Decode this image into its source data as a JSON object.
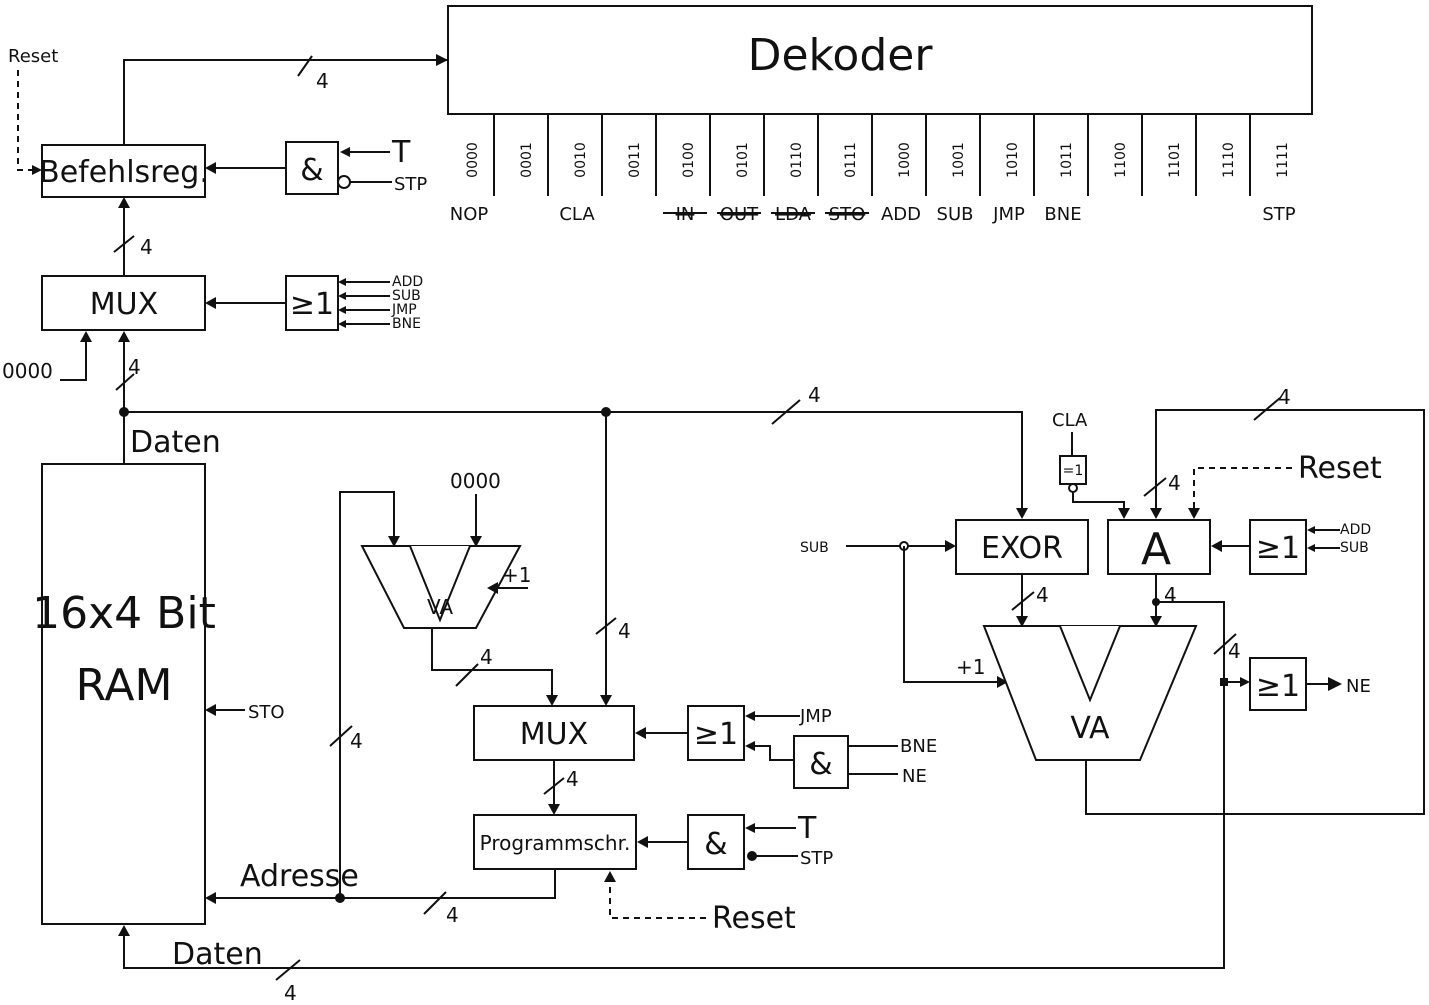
{
  "blocks": {
    "decoder": "Dekoder",
    "instr_reg": "Befehlsreg.",
    "and_top": "&",
    "or_top": "≥1",
    "mux_top": "MUX",
    "ram_line1": "16x4 Bit",
    "ram_line2": "RAM",
    "adder_pc": "VA",
    "mux_pc": "MUX",
    "or_pc": "≥1",
    "and_pc": "&",
    "pc_reg": "Programmschr.",
    "and_prog": "&",
    "exor": "EXOR",
    "acc": "A",
    "or_acc": "≥1",
    "alu": "VA",
    "or_ne": "≥1",
    "eq1": "=1"
  },
  "decoder_outputs": [
    {
      "code": "0000",
      "mnemonic": "NOP",
      "struck": false
    },
    {
      "code": "0001",
      "mnemonic": "",
      "struck": false
    },
    {
      "code": "0010",
      "mnemonic": "CLA",
      "struck": false
    },
    {
      "code": "0011",
      "mnemonic": "",
      "struck": false
    },
    {
      "code": "0100",
      "mnemonic": "IN",
      "struck": true
    },
    {
      "code": "0101",
      "mnemonic": "OUT",
      "struck": true
    },
    {
      "code": "0110",
      "mnemonic": "LDA",
      "struck": true
    },
    {
      "code": "0111",
      "mnemonic": "STO",
      "struck": true
    },
    {
      "code": "1000",
      "mnemonic": "ADD",
      "struck": false
    },
    {
      "code": "1001",
      "mnemonic": "SUB",
      "struck": false
    },
    {
      "code": "1010",
      "mnemonic": "JMP",
      "struck": false
    },
    {
      "code": "1011",
      "mnemonic": "BNE",
      "struck": false
    },
    {
      "code": "1100",
      "mnemonic": "",
      "struck": false
    },
    {
      "code": "1101",
      "mnemonic": "",
      "struck": false
    },
    {
      "code": "1110",
      "mnemonic": "",
      "struck": false
    },
    {
      "code": "1111",
      "mnemonic": "STP",
      "struck": false
    }
  ],
  "labels": {
    "reset": "Reset",
    "t": "T",
    "stp": "STP",
    "add": "ADD",
    "sub": "SUB",
    "jmp": "JMP",
    "bne": "BNE",
    "ne": "NE",
    "sto": "STO",
    "cla": "CLA",
    "zero": "0000",
    "plus1": "+1",
    "daten": "Daten",
    "adresse": "Adresse",
    "bus4": "4"
  }
}
